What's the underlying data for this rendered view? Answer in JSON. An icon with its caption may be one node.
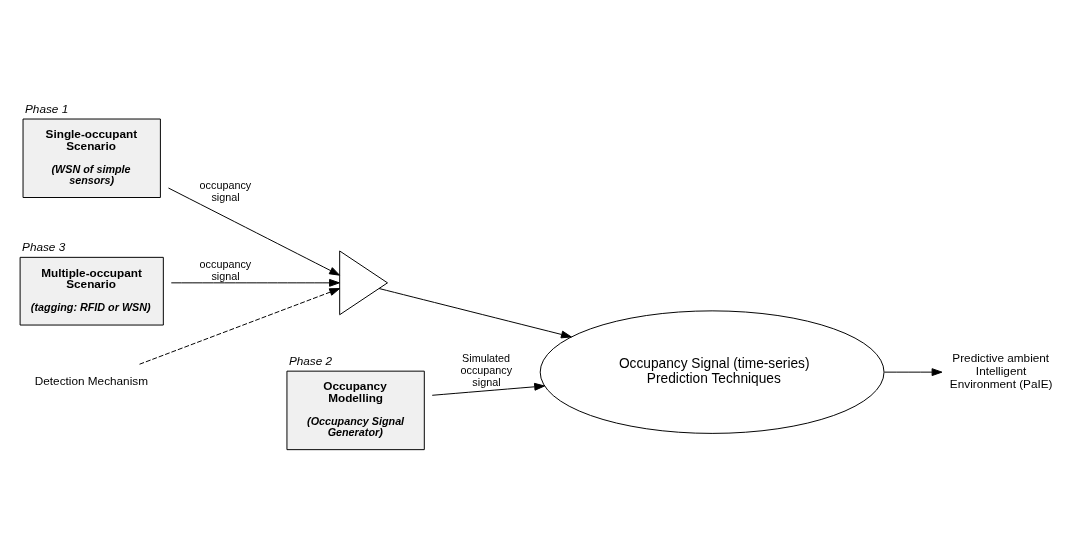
{
  "diagram": {
    "nodes": [
      {
        "text": [
          "Single-occupant Scenario",
          "(WSN of simple sensors)"
        ],
        "beside": [
          "Phase 1"
        ]
      },
      {
        "text": [
          "Multiple-occupant Scenario",
          "(tagging: RFID or WSN)"
        ],
        "beside": [
          "Phase 3"
        ]
      },
      {
        "text": [],
        "shape": "triangle"
      },
      {
        "text": [
          "Detection Mechanism"
        ]
      },
      {
        "text": [
          "Occupancy Signal (time-series) Prediction Techniques"
        ]
      },
      {
        "text": [
          "Predictive ambient Intelligent Environment (PaIE)"
        ]
      },
      {
        "text": [
          "Occupancy Modelling",
          "(Occupancy Signal Generator)"
        ],
        "beside": [
          "Phase 2"
        ]
      }
    ],
    "edges": [
      {
        "from": 0,
        "to": 2,
        "arrow": "to",
        "label": "occupancy signal"
      },
      {
        "from": 1,
        "to": 2,
        "arrow": "to",
        "label": "occupancy signal"
      },
      {
        "from": 3,
        "to": 2,
        "arrow": "to",
        "style": "dashed"
      },
      {
        "from": 2,
        "to": 4,
        "arrow": "to"
      },
      {
        "from": 4,
        "to": 5,
        "arrow": "to"
      },
      {
        "from": 6,
        "to": 4,
        "arrow": "to",
        "label": "Simulated occupancy signal"
      }
    ]
  }
}
